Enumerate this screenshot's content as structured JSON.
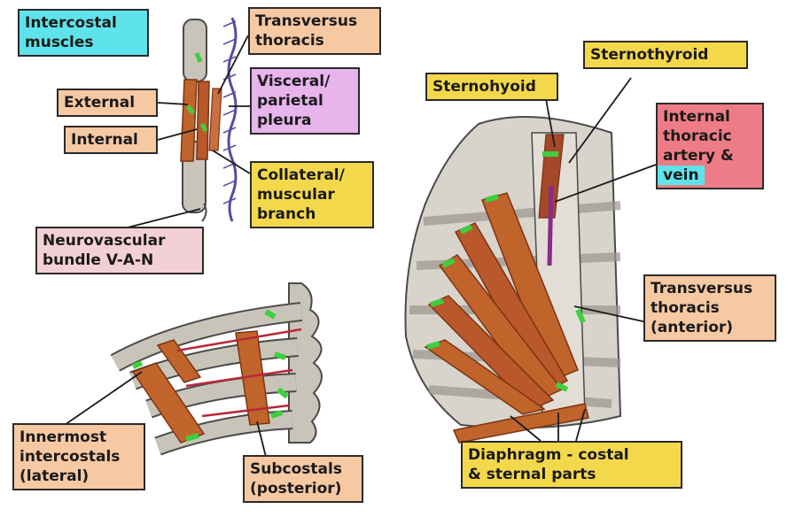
{
  "colors": {
    "muscle": "#c0642c",
    "muscle_dark": "#7a3512",
    "bone": "#c9c4b9",
    "bone_outline": "#4a4a4a",
    "nerve": "#3ecf3e",
    "artery": "#b8283a",
    "label_peach": "#f6c9a3",
    "label_cyan": "#5fe3ea",
    "label_lilac": "#e7b4ec",
    "label_yellow": "#f4d84b",
    "label_pink": "#f3d0d6",
    "label_red": "#ee7c86"
  },
  "labels": {
    "intercostal_muscles": [
      "Intercostal",
      "muscles"
    ],
    "external": "External",
    "internal": "Internal",
    "transversus_thoracis_top": [
      "Transversus",
      "thoracis"
    ],
    "visceral_parietal_pleura": [
      "Visceral/",
      "parietal",
      "pleura"
    ],
    "collateral_muscular_branch": [
      "Collateral/",
      "muscular",
      "branch"
    ],
    "neurovascular_bundle": [
      "Neurovascular",
      "bundle V-A-N"
    ],
    "innermost_intercostals": [
      "Innermost",
      "intercostals",
      "(lateral)"
    ],
    "subcostals": [
      "Subcostals",
      "(posterior)"
    ],
    "sternohyoid": "Sternohyoid",
    "sternothyroid": "Sternothyroid",
    "internal_thoracic": [
      "Internal",
      "thoracic",
      "artery &",
      "vein"
    ],
    "transversus_thoracis_anterior": [
      "Transversus",
      "thoracis",
      "(anterior)"
    ],
    "diaphragm": [
      "Diaphragm - costal",
      "& sternal parts"
    ]
  }
}
